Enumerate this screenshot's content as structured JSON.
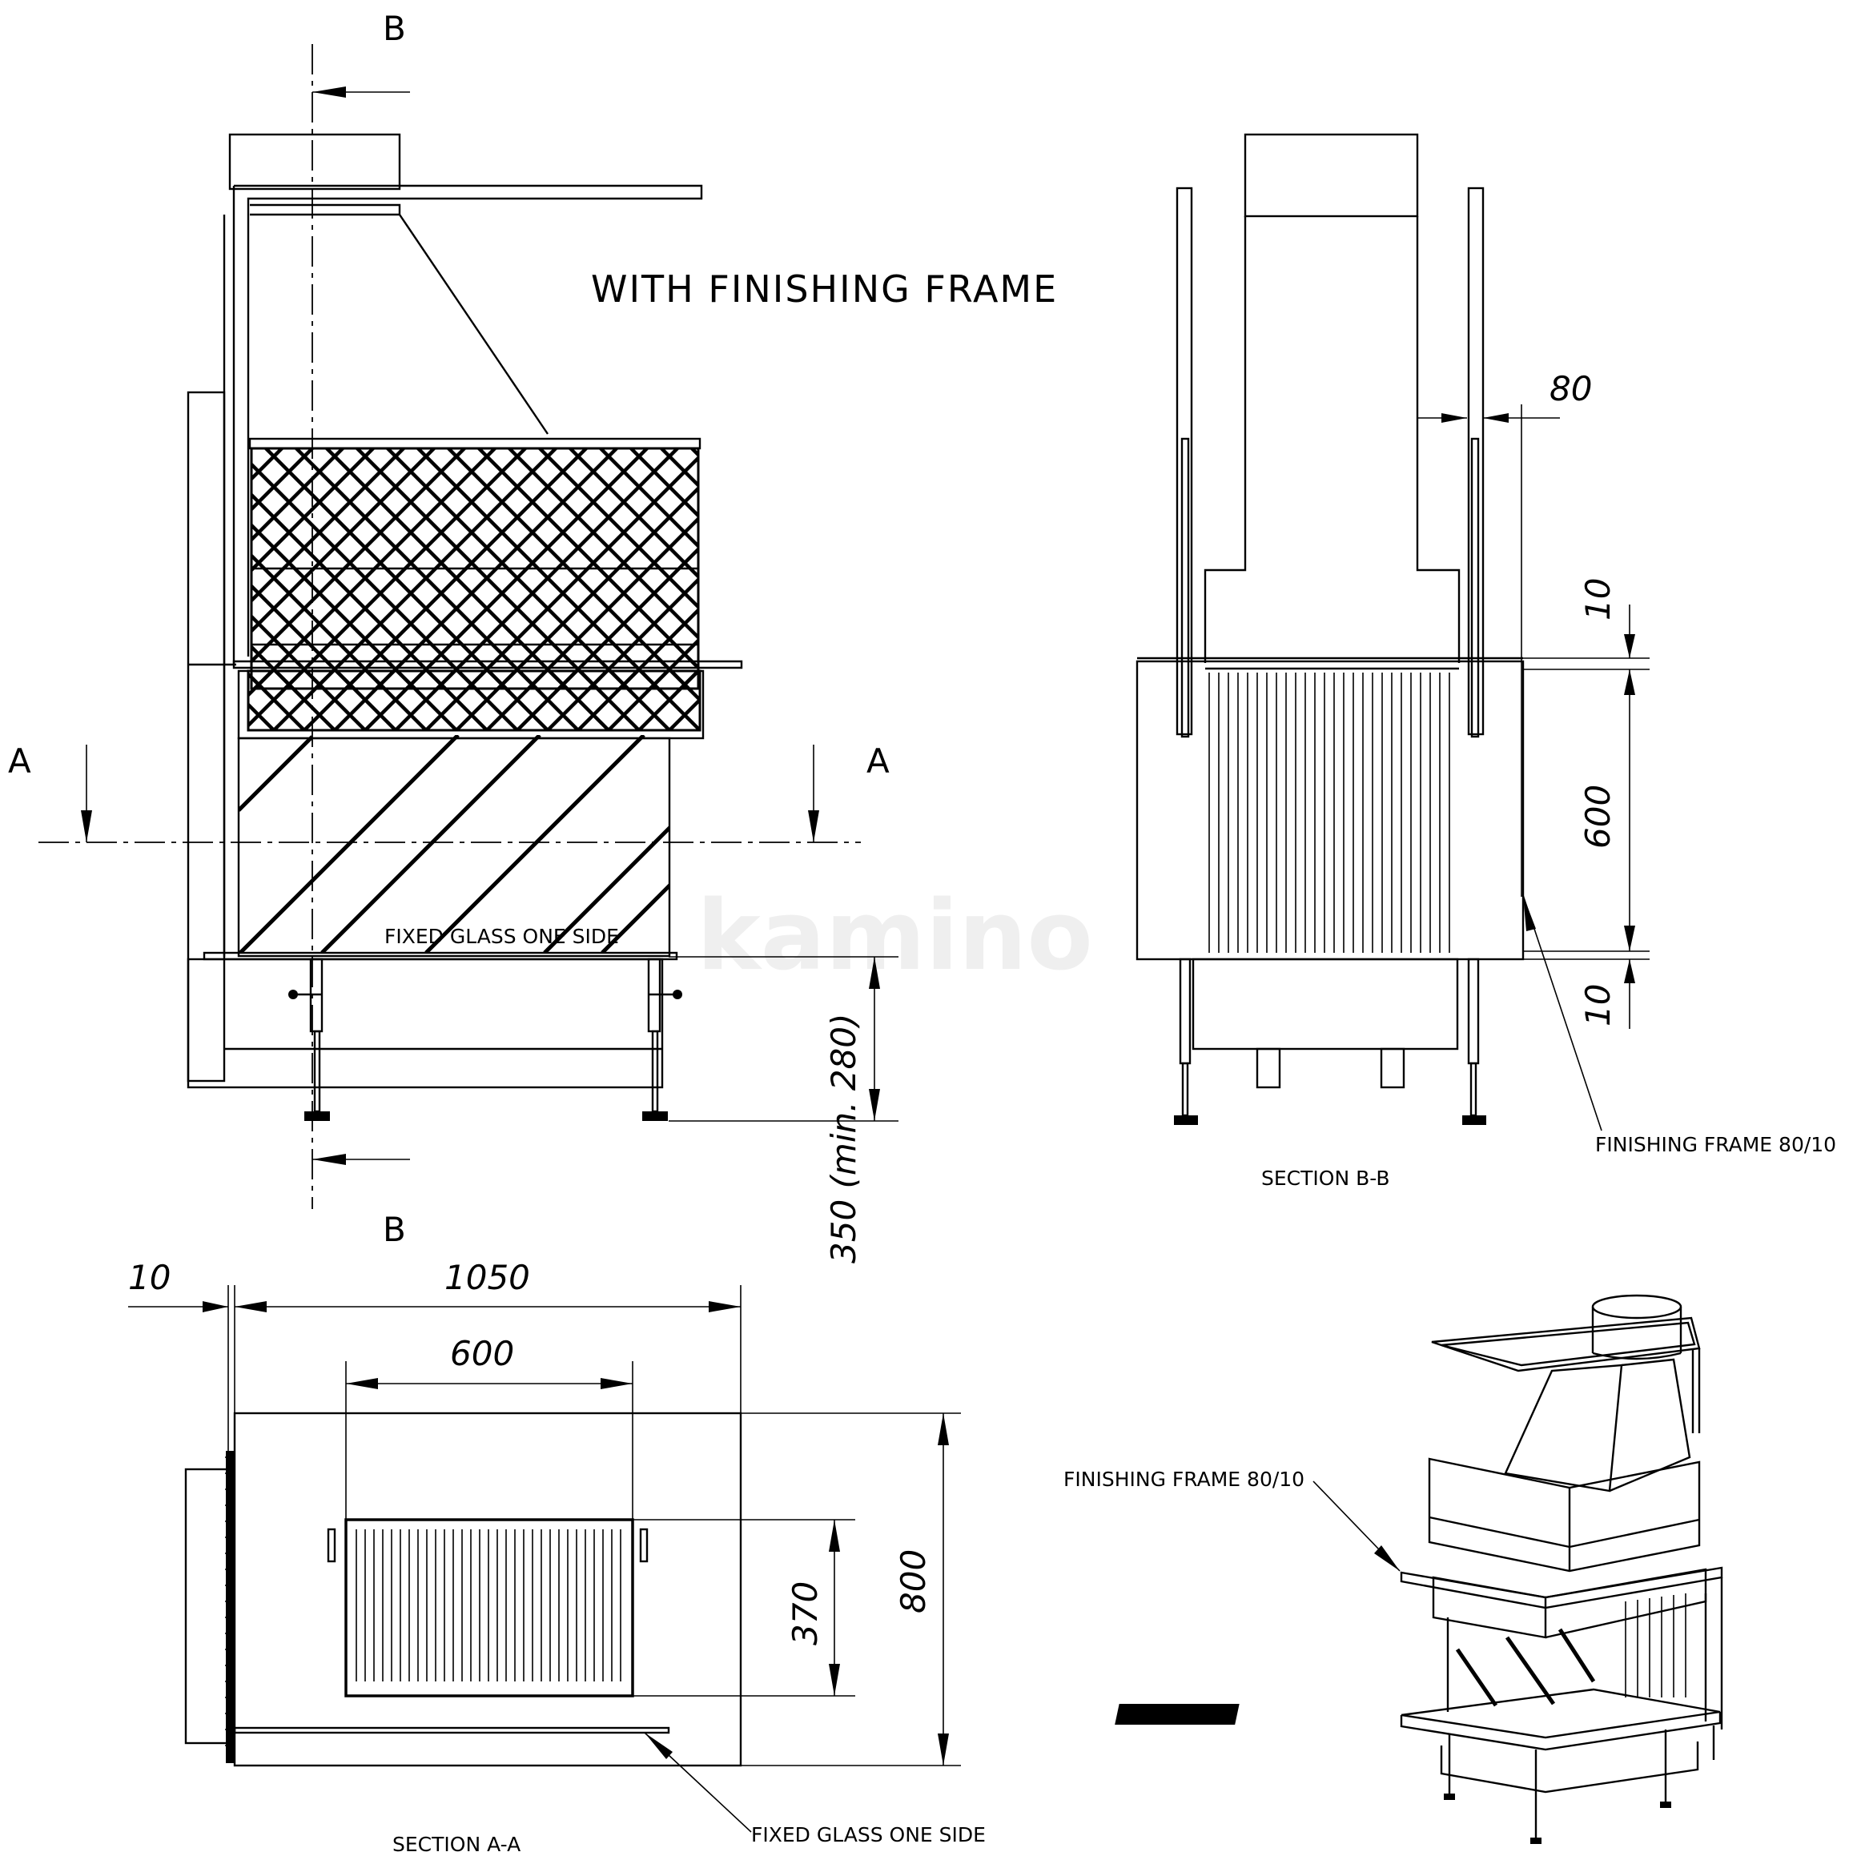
{
  "front_view": {
    "title": "WITH FINISHING FRAME",
    "section_marker_b_top": "B",
    "section_marker_b_bottom": "B",
    "section_marker_a_left": "A",
    "section_marker_a_right": "A",
    "glass_label": "FIXED GLASS ONE SIDE",
    "height_dimension": "350 (min. 280)"
  },
  "section_bb": {
    "label": "SECTION B-B",
    "dim_frame_width": "80",
    "dim_top": "10",
    "dim_opening": "600",
    "dim_bottom": "10",
    "frame_label": "FINISHING FRAME 80/10"
  },
  "section_aa": {
    "label": "SECTION A-A",
    "dim_frame": "10",
    "dim_width": "1050",
    "dim_grate_width": "600",
    "dim_grate_depth": "370",
    "dim_depth": "800",
    "glass_label": "FIXED GLASS ONE SIDE"
  },
  "perspective": {
    "frame_label": "FINISHING FRAME 80/10"
  },
  "watermark": {
    "text": "kamino"
  }
}
